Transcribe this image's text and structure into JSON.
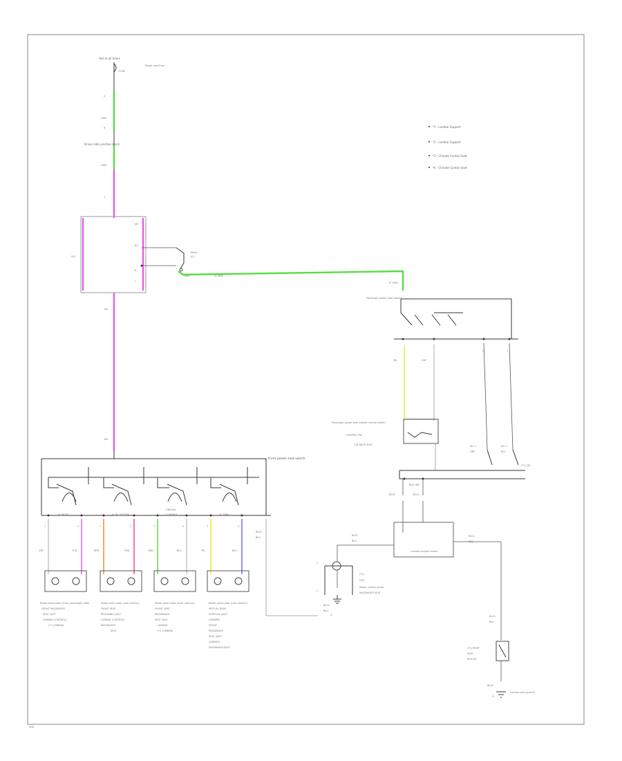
{
  "legend": [
    "*1 : Lumbar Support",
    "*2 : Lumbar Support",
    "*3 : Climate Control Seat",
    "*4 : Climate Control Seat"
  ],
  "labels": {
    "top_fuse": "Hot at all times",
    "top_fuse_note": "Power seat fuse",
    "junction": "Driver side junction block",
    "relay": "Relay",
    "main_block": "J/B",
    "switch_upper": "Passenger power seat switch",
    "pass_switch_block": "Passenger power seat lumbar control switch",
    "front_switch": "Front power seat switch",
    "motor_1": "Power seat motor (front passenger slide)",
    "motor_2": "Power seat motor (seat recline)",
    "motor_3": "Power seat motor (front vertical)",
    "motor_4": "Power seat motor (rear vertical)",
    "lumbar_motor": "Lumbar support motor",
    "lumbar_pump": "Power lumbar pump",
    "ground_1": "G",
    "ground_2": "G",
    "ground_note": "Lumbar seat ground",
    "page_code": "W/D"
  }
}
